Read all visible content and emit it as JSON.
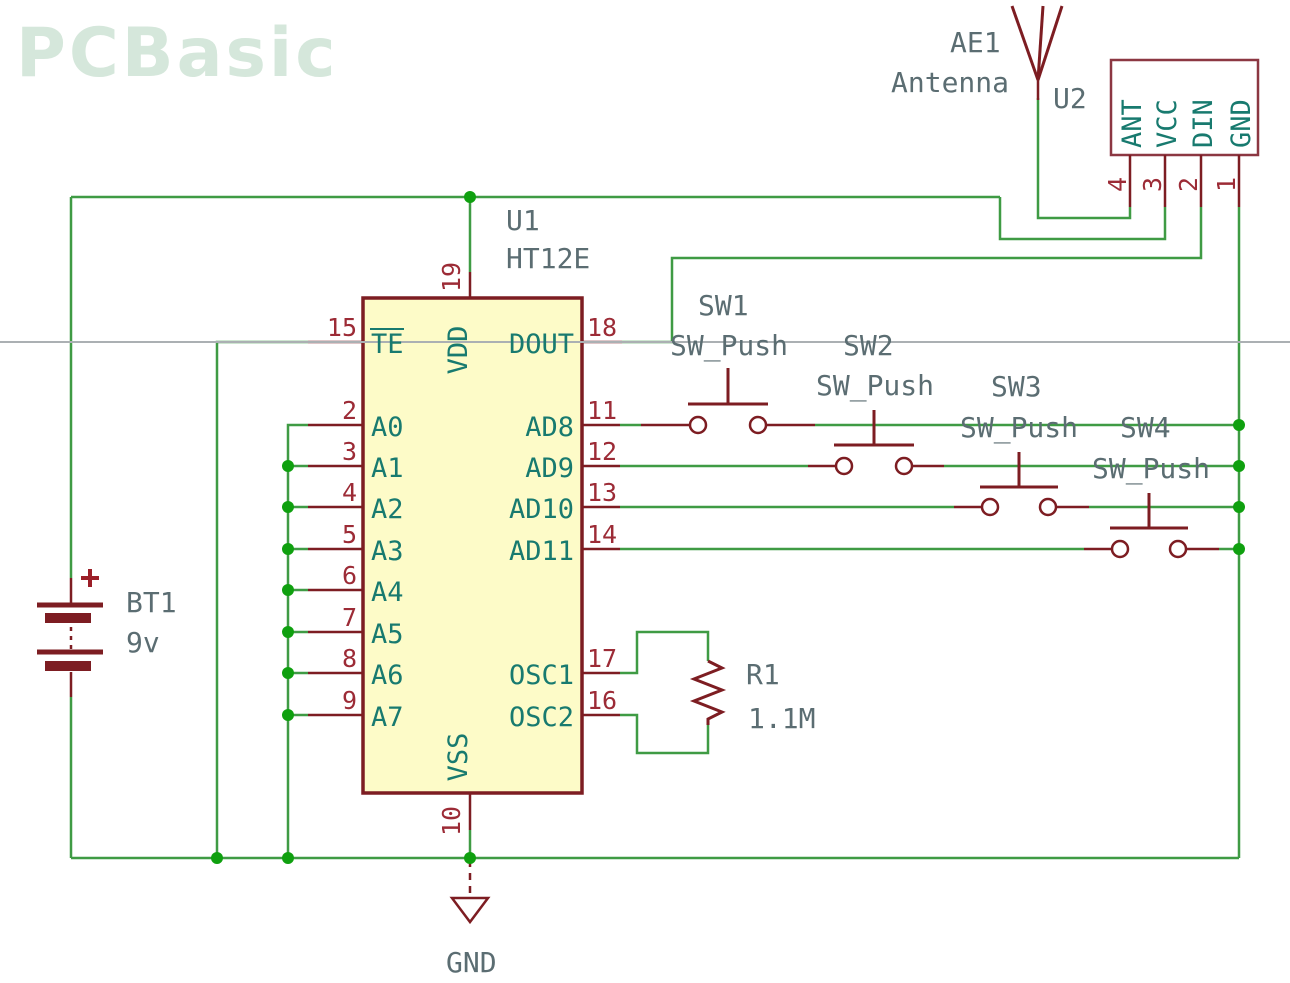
{
  "logo": "PCBasic",
  "u1": {
    "ref": "U1",
    "value": "HT12E",
    "pins_left": [
      {
        "num": "15",
        "name": "TE"
      },
      {
        "num": "2",
        "name": "A0"
      },
      {
        "num": "3",
        "name": "A1"
      },
      {
        "num": "4",
        "name": "A2"
      },
      {
        "num": "5",
        "name": "A3"
      },
      {
        "num": "6",
        "name": "A4"
      },
      {
        "num": "7",
        "name": "A5"
      },
      {
        "num": "8",
        "name": "A6"
      },
      {
        "num": "9",
        "name": "A7"
      }
    ],
    "pins_right": [
      {
        "num": "18",
        "name": "DOUT"
      },
      {
        "num": "11",
        "name": "AD8"
      },
      {
        "num": "12",
        "name": "AD9"
      },
      {
        "num": "13",
        "name": "AD10"
      },
      {
        "num": "14",
        "name": "AD11"
      },
      {
        "num": "17",
        "name": "OSC1"
      },
      {
        "num": "16",
        "name": "OSC2"
      }
    ],
    "pin_top": {
      "num": "19",
      "name": "VDD"
    },
    "pin_bottom": {
      "num": "10",
      "name": "VSS"
    }
  },
  "u2": {
    "ref": "U2",
    "pins": [
      {
        "num": "4",
        "name": "ANT"
      },
      {
        "num": "3",
        "name": "VCC"
      },
      {
        "num": "2",
        "name": "DIN"
      },
      {
        "num": "1",
        "name": "GND"
      }
    ]
  },
  "antenna": {
    "ref": "AE1",
    "value": "Antenna"
  },
  "battery": {
    "ref": "BT1",
    "value": "9v"
  },
  "switches": [
    {
      "ref": "SW1",
      "value": "SW_Push"
    },
    {
      "ref": "SW2",
      "value": "SW_Push"
    },
    {
      "ref": "SW3",
      "value": "SW_Push"
    },
    {
      "ref": "SW4",
      "value": "SW_Push"
    }
  ],
  "resistor": {
    "ref": "R1",
    "value": "1.1M"
  },
  "ground_label": "GND",
  "colors": {
    "wire": "#3f9b44",
    "junction": "#0fa00f",
    "symbol_outline": "#7d1d22",
    "pin_number": "#9c2b36",
    "pin_name": "#187a6f",
    "field_label": "#5b6d72",
    "chip_fill": "#fdfbc8",
    "logo": "#d5e7db",
    "crosshair": "#abb0b3"
  }
}
